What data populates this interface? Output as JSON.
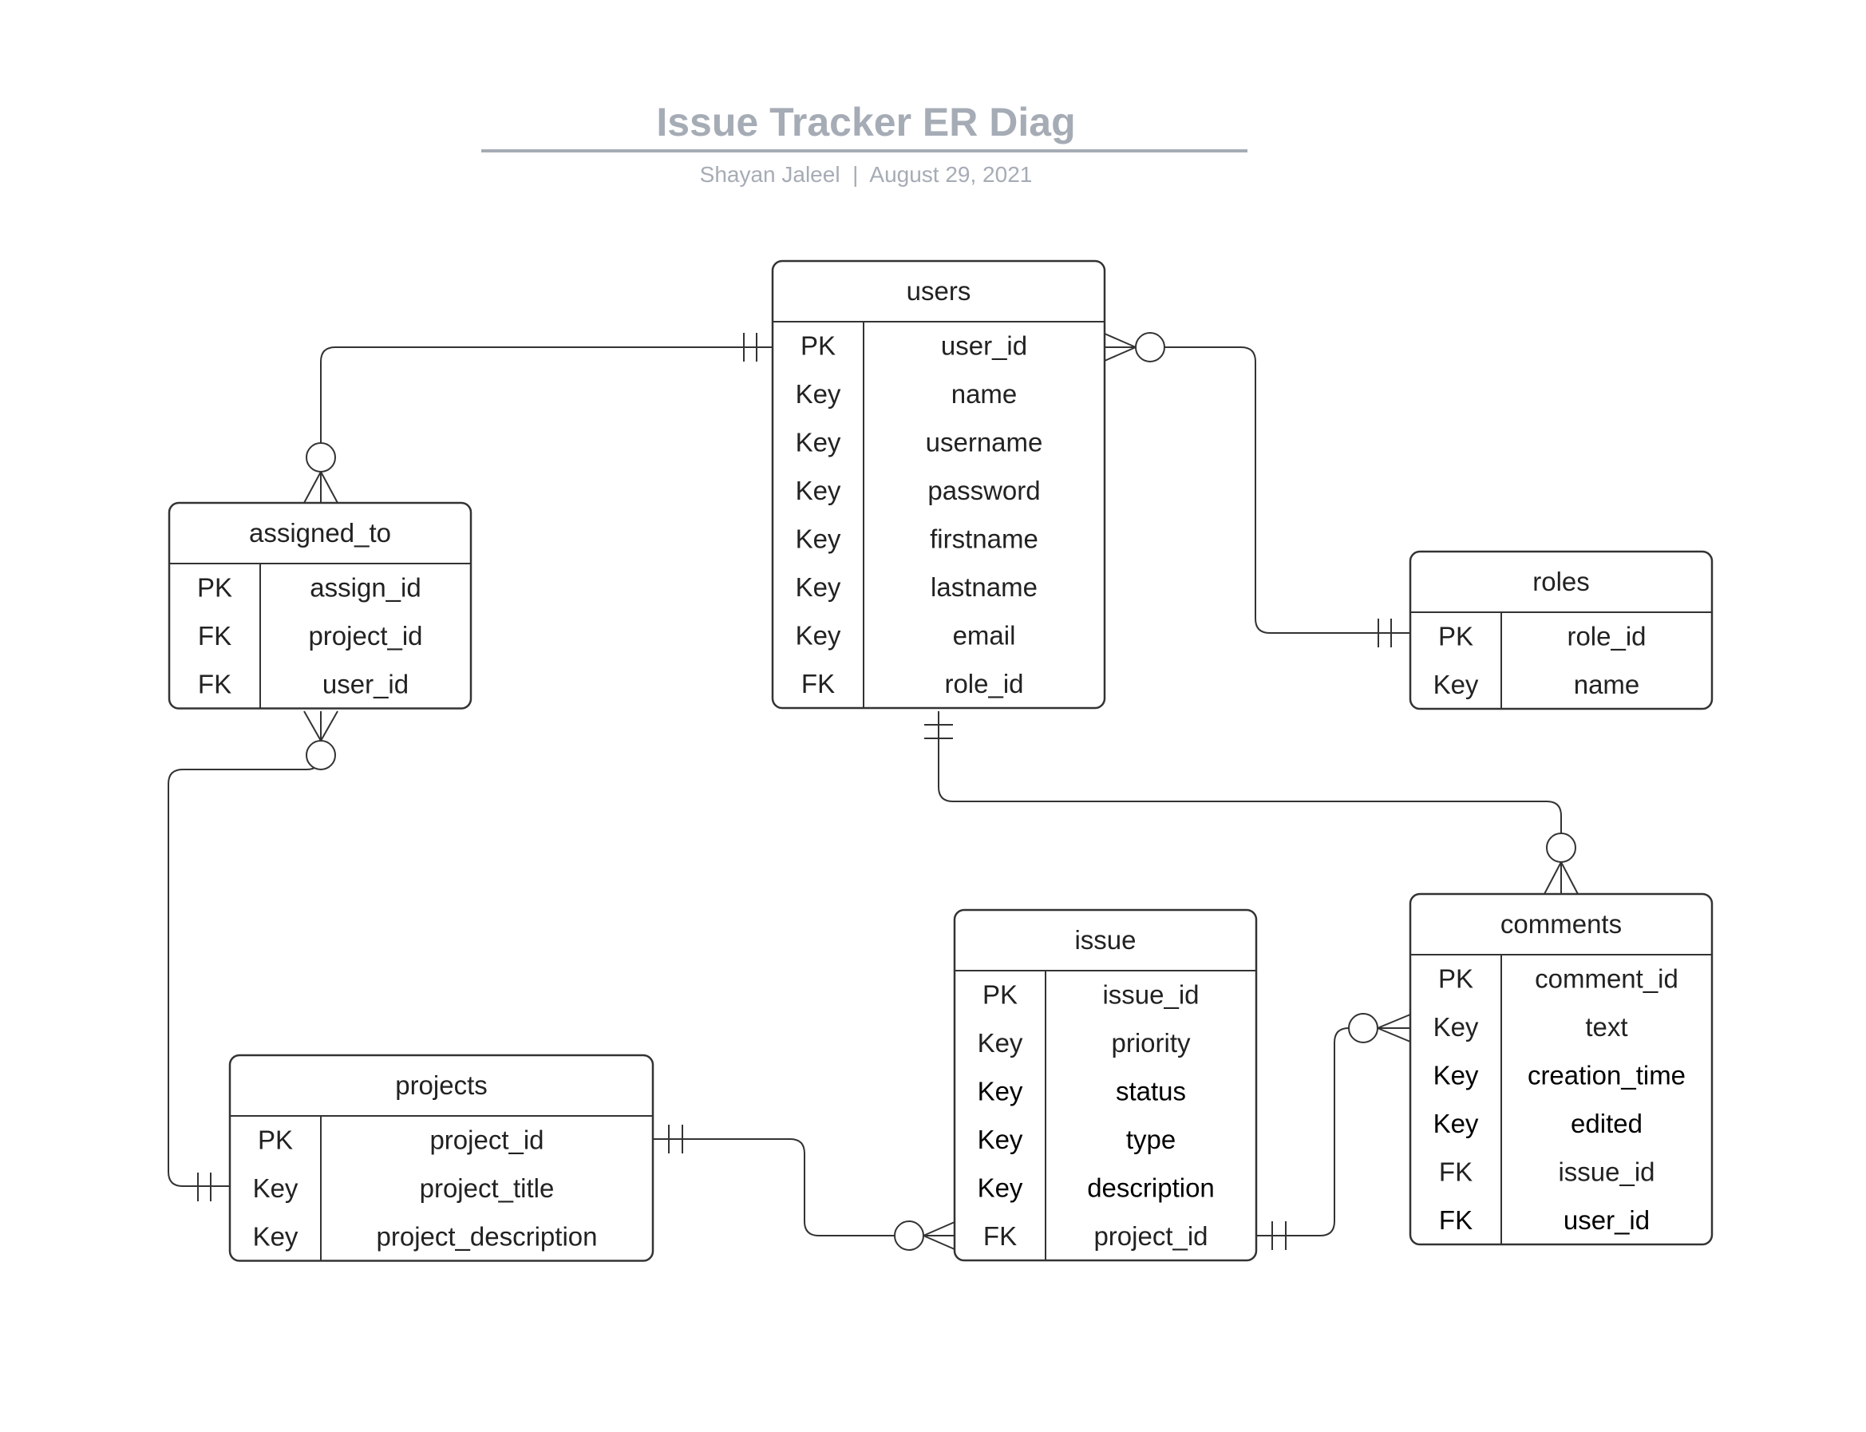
{
  "diagram": {
    "title": "Issue Tracker ER Diag",
    "subtitle": "Shayan Jaleel  |  August 29, 2021",
    "colors": {
      "title": "#a6acb5",
      "subtitle": "#a6acb5",
      "line": "#333333",
      "text": "#222222",
      "text_strong": "#000000"
    }
  },
  "entities": [
    {
      "key": "users",
      "name": "users",
      "rows": [
        {
          "key": "PK",
          "field": "user_id"
        },
        {
          "key": "Key",
          "field": "name"
        },
        {
          "key": "Key",
          "field": "username"
        },
        {
          "key": "Key",
          "field": "password"
        },
        {
          "key": "Key",
          "field": "firstname"
        },
        {
          "key": "Key",
          "field": "lastname"
        },
        {
          "key": "Key",
          "field": "email"
        },
        {
          "key": "FK",
          "field": "role_id"
        }
      ]
    },
    {
      "key": "assigned_to",
      "name": "assigned_to",
      "rows": [
        {
          "key": "PK",
          "field": "assign_id"
        },
        {
          "key": "FK",
          "field": "project_id"
        },
        {
          "key": "FK",
          "field": "user_id"
        }
      ]
    },
    {
      "key": "roles",
      "name": "roles",
      "rows": [
        {
          "key": "PK",
          "field": "role_id"
        },
        {
          "key": "Key",
          "field": "name"
        }
      ]
    },
    {
      "key": "projects",
      "name": "projects",
      "rows": [
        {
          "key": "PK",
          "field": "project_id"
        },
        {
          "key": "Key",
          "field": "project_title"
        },
        {
          "key": "Key",
          "field": "project_description"
        }
      ]
    },
    {
      "key": "issue",
      "name": "issue",
      "rows": [
        {
          "key": "PK",
          "field": "issue_id"
        },
        {
          "key": "Key",
          "field": "priority"
        },
        {
          "key": "Key",
          "field": "status",
          "strong": true
        },
        {
          "key": "Key",
          "field": "type",
          "strong": true
        },
        {
          "key": "Key",
          "field": "description",
          "strong": true
        },
        {
          "key": "FK",
          "field": "project_id"
        }
      ]
    },
    {
      "key": "comments",
      "name": "comments",
      "rows": [
        {
          "key": "PK",
          "field": "comment_id"
        },
        {
          "key": "Key",
          "field": "text"
        },
        {
          "key": "Key",
          "field": "creation_time",
          "strong": true
        },
        {
          "key": "Key",
          "field": "edited",
          "strong": true
        },
        {
          "key": "FK",
          "field": "issue_id"
        },
        {
          "key": "FK",
          "field": "user_id",
          "strong": true
        }
      ]
    }
  ],
  "relationships": [
    {
      "from": "users.user_id",
      "from_end": "one-and-only-one",
      "to": "assigned_to",
      "to_end": "zero-or-many"
    },
    {
      "from": "users.user_id",
      "from_end": "zero-or-many",
      "to": "roles.role_id",
      "to_end": "one-and-only-one"
    },
    {
      "from": "users",
      "from_end": "one-and-only-one",
      "to": "comments",
      "to_end": "zero-or-many"
    },
    {
      "from": "assigned_to",
      "from_end": "zero-or-many",
      "to": "projects.project_title",
      "to_end": "one-and-only-one"
    },
    {
      "from": "projects.project_id",
      "from_end": "one-and-only-one",
      "to": "issue.project_id",
      "to_end": "zero-or-many"
    },
    {
      "from": "issue.project_id",
      "from_end": "one-and-only-one",
      "to": "comments.text",
      "to_end": "zero-or-many"
    }
  ]
}
